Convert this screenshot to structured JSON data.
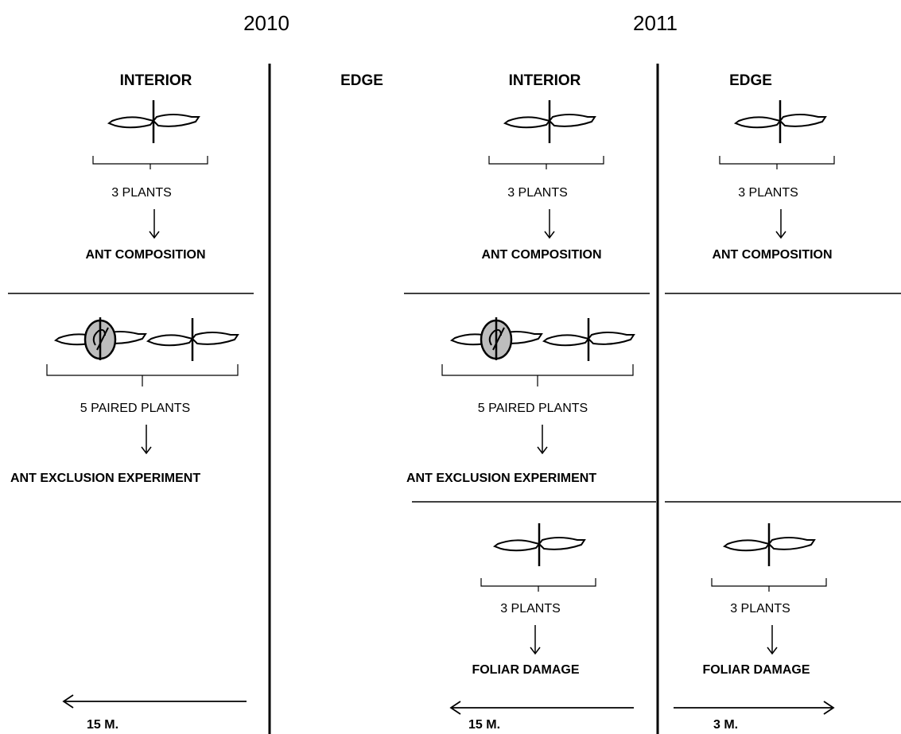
{
  "years": [
    "2010",
    "2011"
  ],
  "columns": {
    "interior_2010": {
      "label": "INTERIOR"
    },
    "edge_2010": {
      "label": "EDGE"
    },
    "interior_2011": {
      "label": "INTERIOR"
    },
    "edge_2011": {
      "label": "EDGE"
    }
  },
  "panels": {
    "interior_2010_ants": {
      "count": "3 PLANTS",
      "result": "ANT COMPOSITION"
    },
    "interior_2010_exclusion": {
      "count": "5 PAIRED PLANTS",
      "result": "ANT EXCLUSION EXPERIMENT"
    },
    "interior_2011_ants": {
      "count": "3 PLANTS",
      "result": "ANT COMPOSITION"
    },
    "interior_2011_exclusion": {
      "count": "5 PAIRED PLANTS",
      "result": "ANT EXCLUSION EXPERIMENT"
    },
    "interior_2011_damage": {
      "count": "3 PLANTS",
      "result": "FOLIAR DAMAGE"
    },
    "edge_2011_ants": {
      "count": "3 PLANTS",
      "result": "ANT COMPOSITION"
    },
    "edge_2011_damage": {
      "count": "3 PLANTS",
      "result": "FOLIAR DAMAGE"
    }
  },
  "distances": {
    "interior_2010": {
      "label": "15 M.",
      "direction": "left"
    },
    "interior_2011": {
      "label": "15 M.",
      "direction": "left"
    },
    "edge_2011": {
      "label": "3 M.",
      "direction": "right"
    }
  },
  "symbols": {
    "plant": "plant-icon",
    "excluded_plant": "ant-exclusion-icon"
  }
}
